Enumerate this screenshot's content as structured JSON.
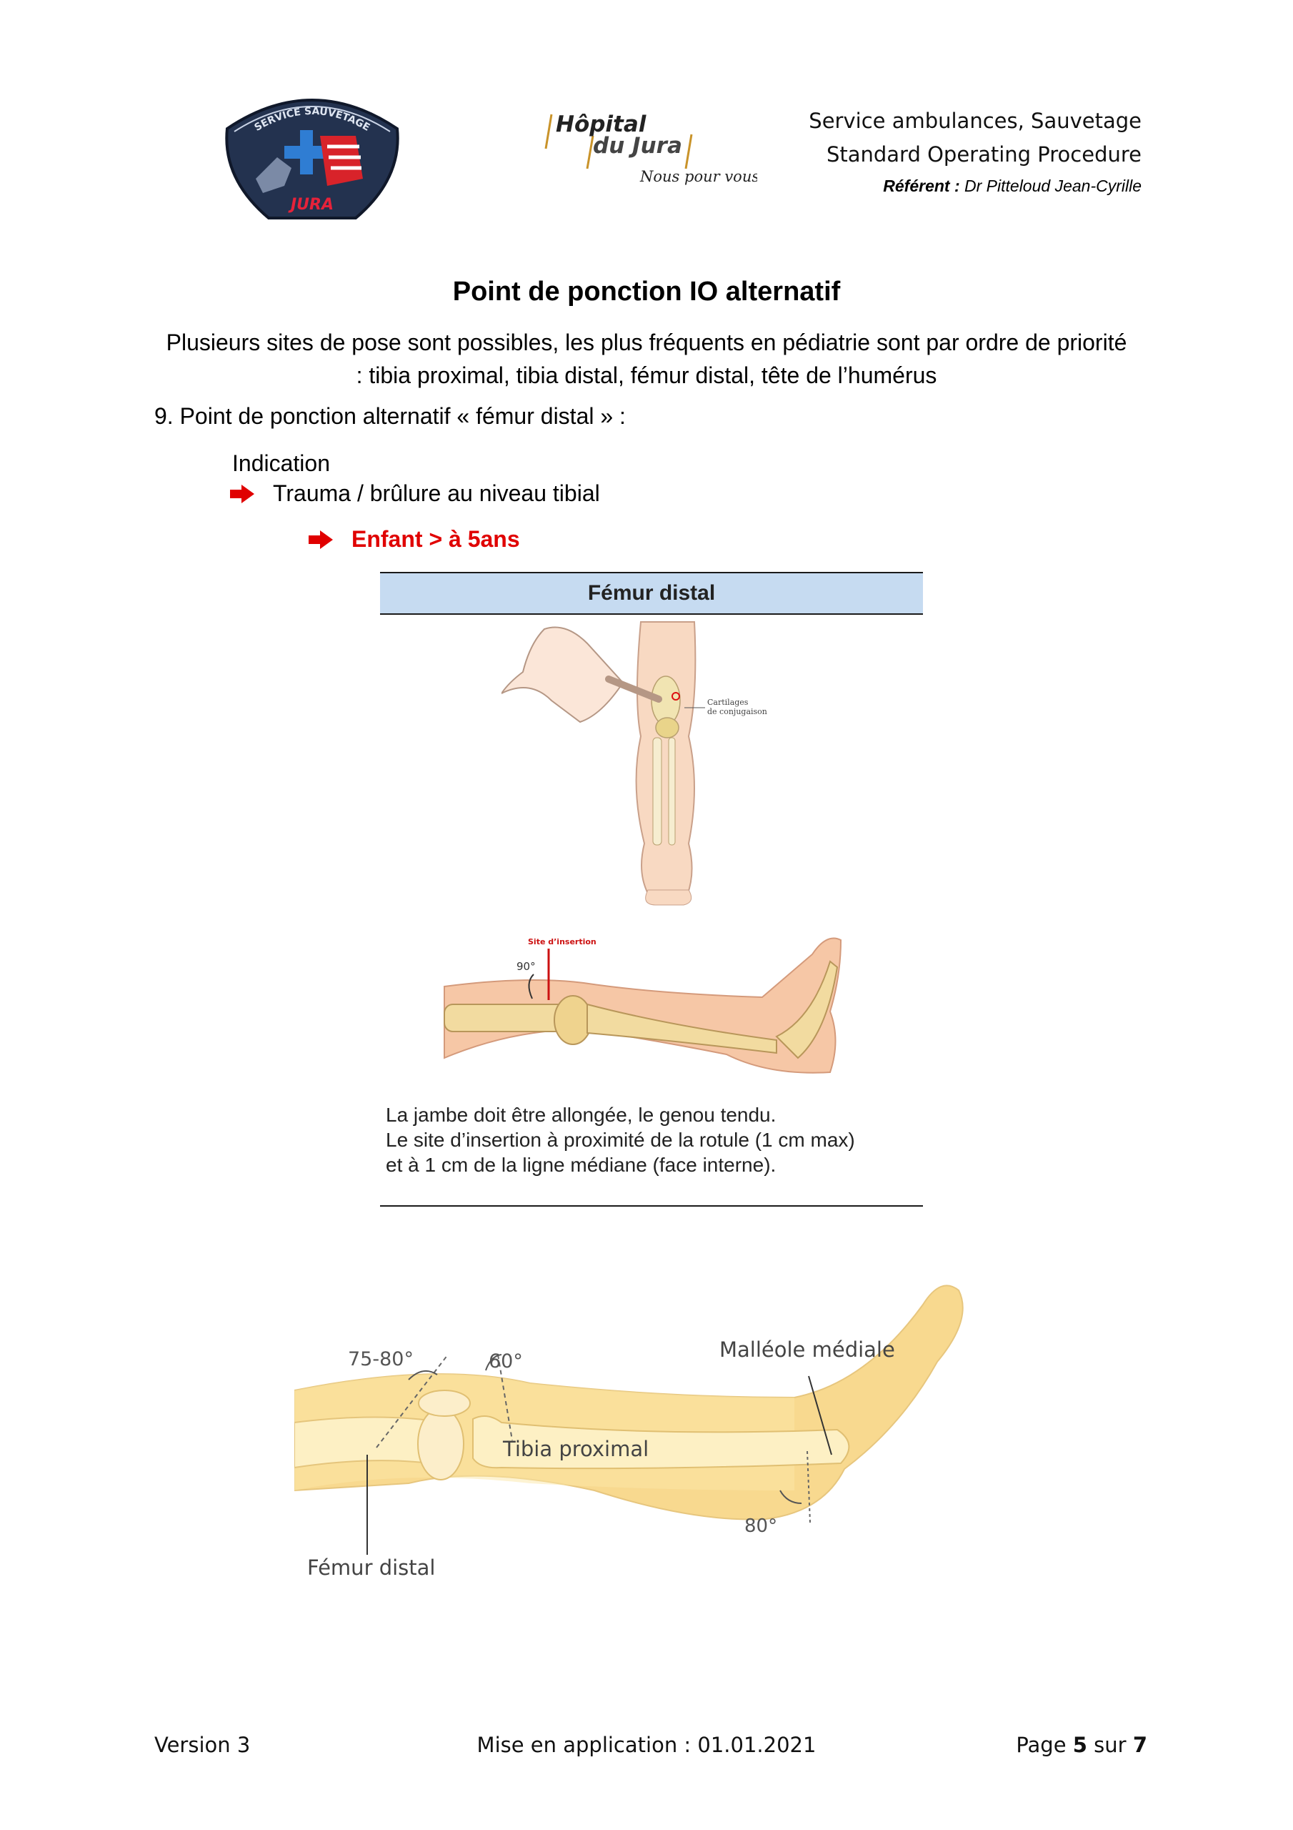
{
  "header": {
    "logo_left": {
      "top_text": "SERVICE SAUVETAGE",
      "bottom_text": "JURA"
    },
    "logo_center": {
      "line1": "Hôpital",
      "line2": "du Jura",
      "tagline": "Nous pour vous !"
    },
    "service": "Service ambulances, Sauvetage",
    "procedure": "Standard Operating Procedure",
    "referent_label": "Référent :",
    "referent_name": " Dr Pitteloud Jean-Cyrille"
  },
  "title": "Point de ponction IO alternatif",
  "intro": "Plusieurs sites de pose sont possibles, les plus fréquents en pédiatrie sont par ordre de priorité : tibia proximal, tibia distal, fémur distal, tête de l’humérus",
  "section_heading": "9. Point de ponction alternatif « fémur distal » :",
  "indication": {
    "label": "Indication",
    "items": [
      "Trauma / brûlure au niveau tibial",
      "Enfant > à  5ans"
    ]
  },
  "colors": {
    "accent_red": "#e00000",
    "table_header": "#c6dbf1",
    "skin": "#f6c7a6",
    "bone": "#f3e3b5"
  },
  "table": {
    "header": "Fémur distal",
    "figure1": {
      "label": "Cartilages de conjugaison",
      "label_line1": "Cartilages",
      "label_line2": "de conjugaison"
    },
    "figure2": {
      "site_label": "Site d’insertion",
      "angle": "90°"
    },
    "caption": [
      "La jambe doit être allongée, le genou tendu.",
      "Le site d’insertion à proximité de la rotule (1 cm max)",
      "et à 1 cm de la ligne médiane (face interne)."
    ]
  },
  "leg_figure": {
    "angle_femur": "75-80°",
    "angle_tibia": "60°",
    "angle_malleole": "80°",
    "label_malleole": "Malléole médiale",
    "label_tibia": "Tibia proximal",
    "label_femur": "Fémur distal"
  },
  "footer": {
    "version": "Version 3",
    "date": "Mise en application : 01.01.2021",
    "page_prefix": "Page ",
    "page_current": "5",
    "page_mid": " sur ",
    "page_total": "7"
  }
}
